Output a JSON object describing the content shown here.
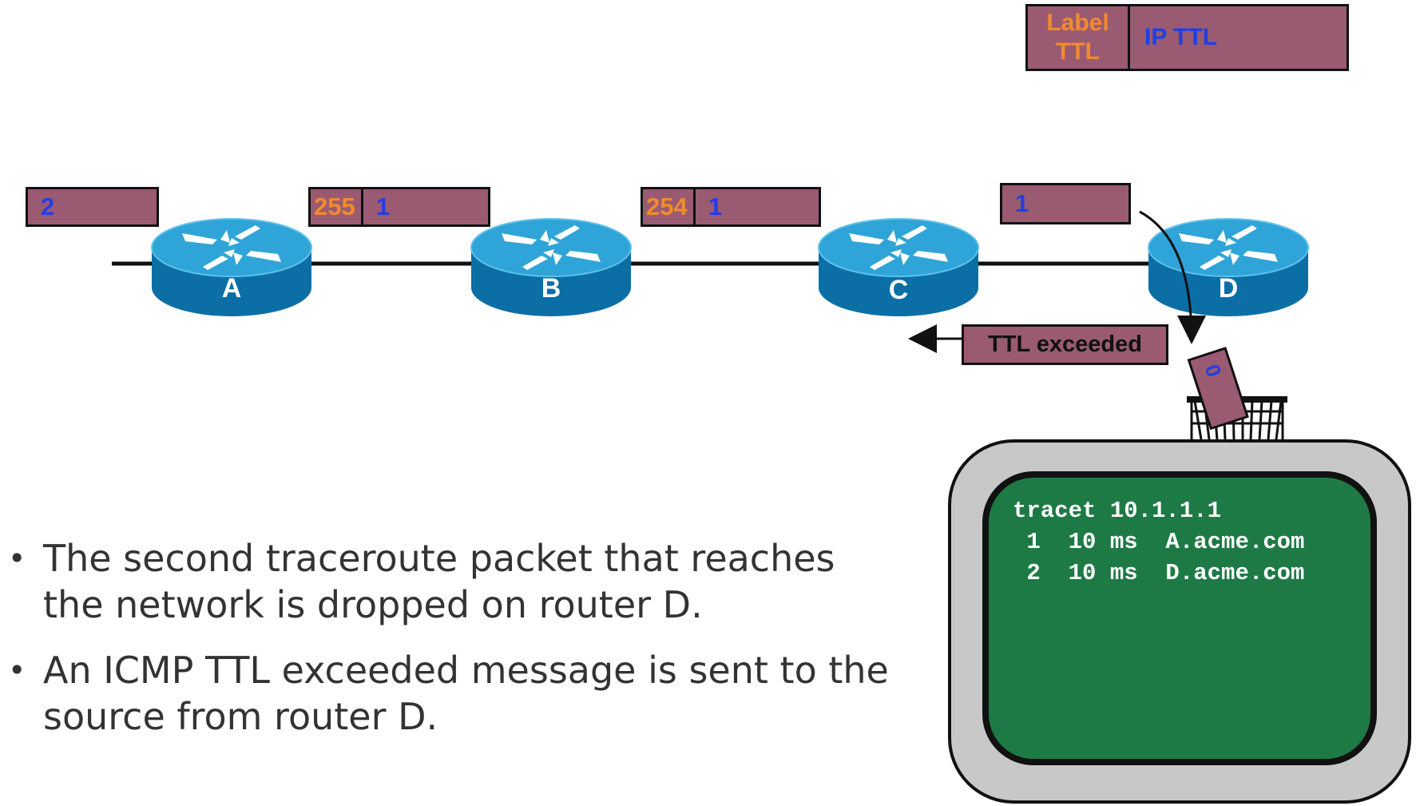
{
  "legend": {
    "label_ttl": "Label\nTTL",
    "ip_ttl": "IP TTL"
  },
  "packets": [
    {
      "id": "before-a",
      "ip_ttl": "2"
    },
    {
      "id": "a-b",
      "label_ttl": "255",
      "ip_ttl": "1"
    },
    {
      "id": "b-c",
      "label_ttl": "254",
      "ip_ttl": "1"
    },
    {
      "id": "c-d",
      "ip_ttl": "1"
    }
  ],
  "routers": [
    "A",
    "B",
    "C",
    "D"
  ],
  "ttl_exceeded": "TTL exceeded",
  "dropped_packet_ttl": "0",
  "bullets": [
    "The second traceroute packet that reaches the network is dropped on router D.",
    "An ICMP TTL exceeded message is sent to the source from router D."
  ],
  "terminal": {
    "command": "tracet 10.1.1.1",
    "lines": [
      " 1  10 ms  A.acme.com",
      " 2  10 ms  D.acme.com"
    ]
  },
  "colors": {
    "box_fill": "#9a5b72",
    "label_ttl": "#f28a2e",
    "ip_ttl": "#1f3fe6",
    "router_top": "#2fa4d8",
    "router_side": "#0b6fa6",
    "screen": "#1d7a44"
  }
}
